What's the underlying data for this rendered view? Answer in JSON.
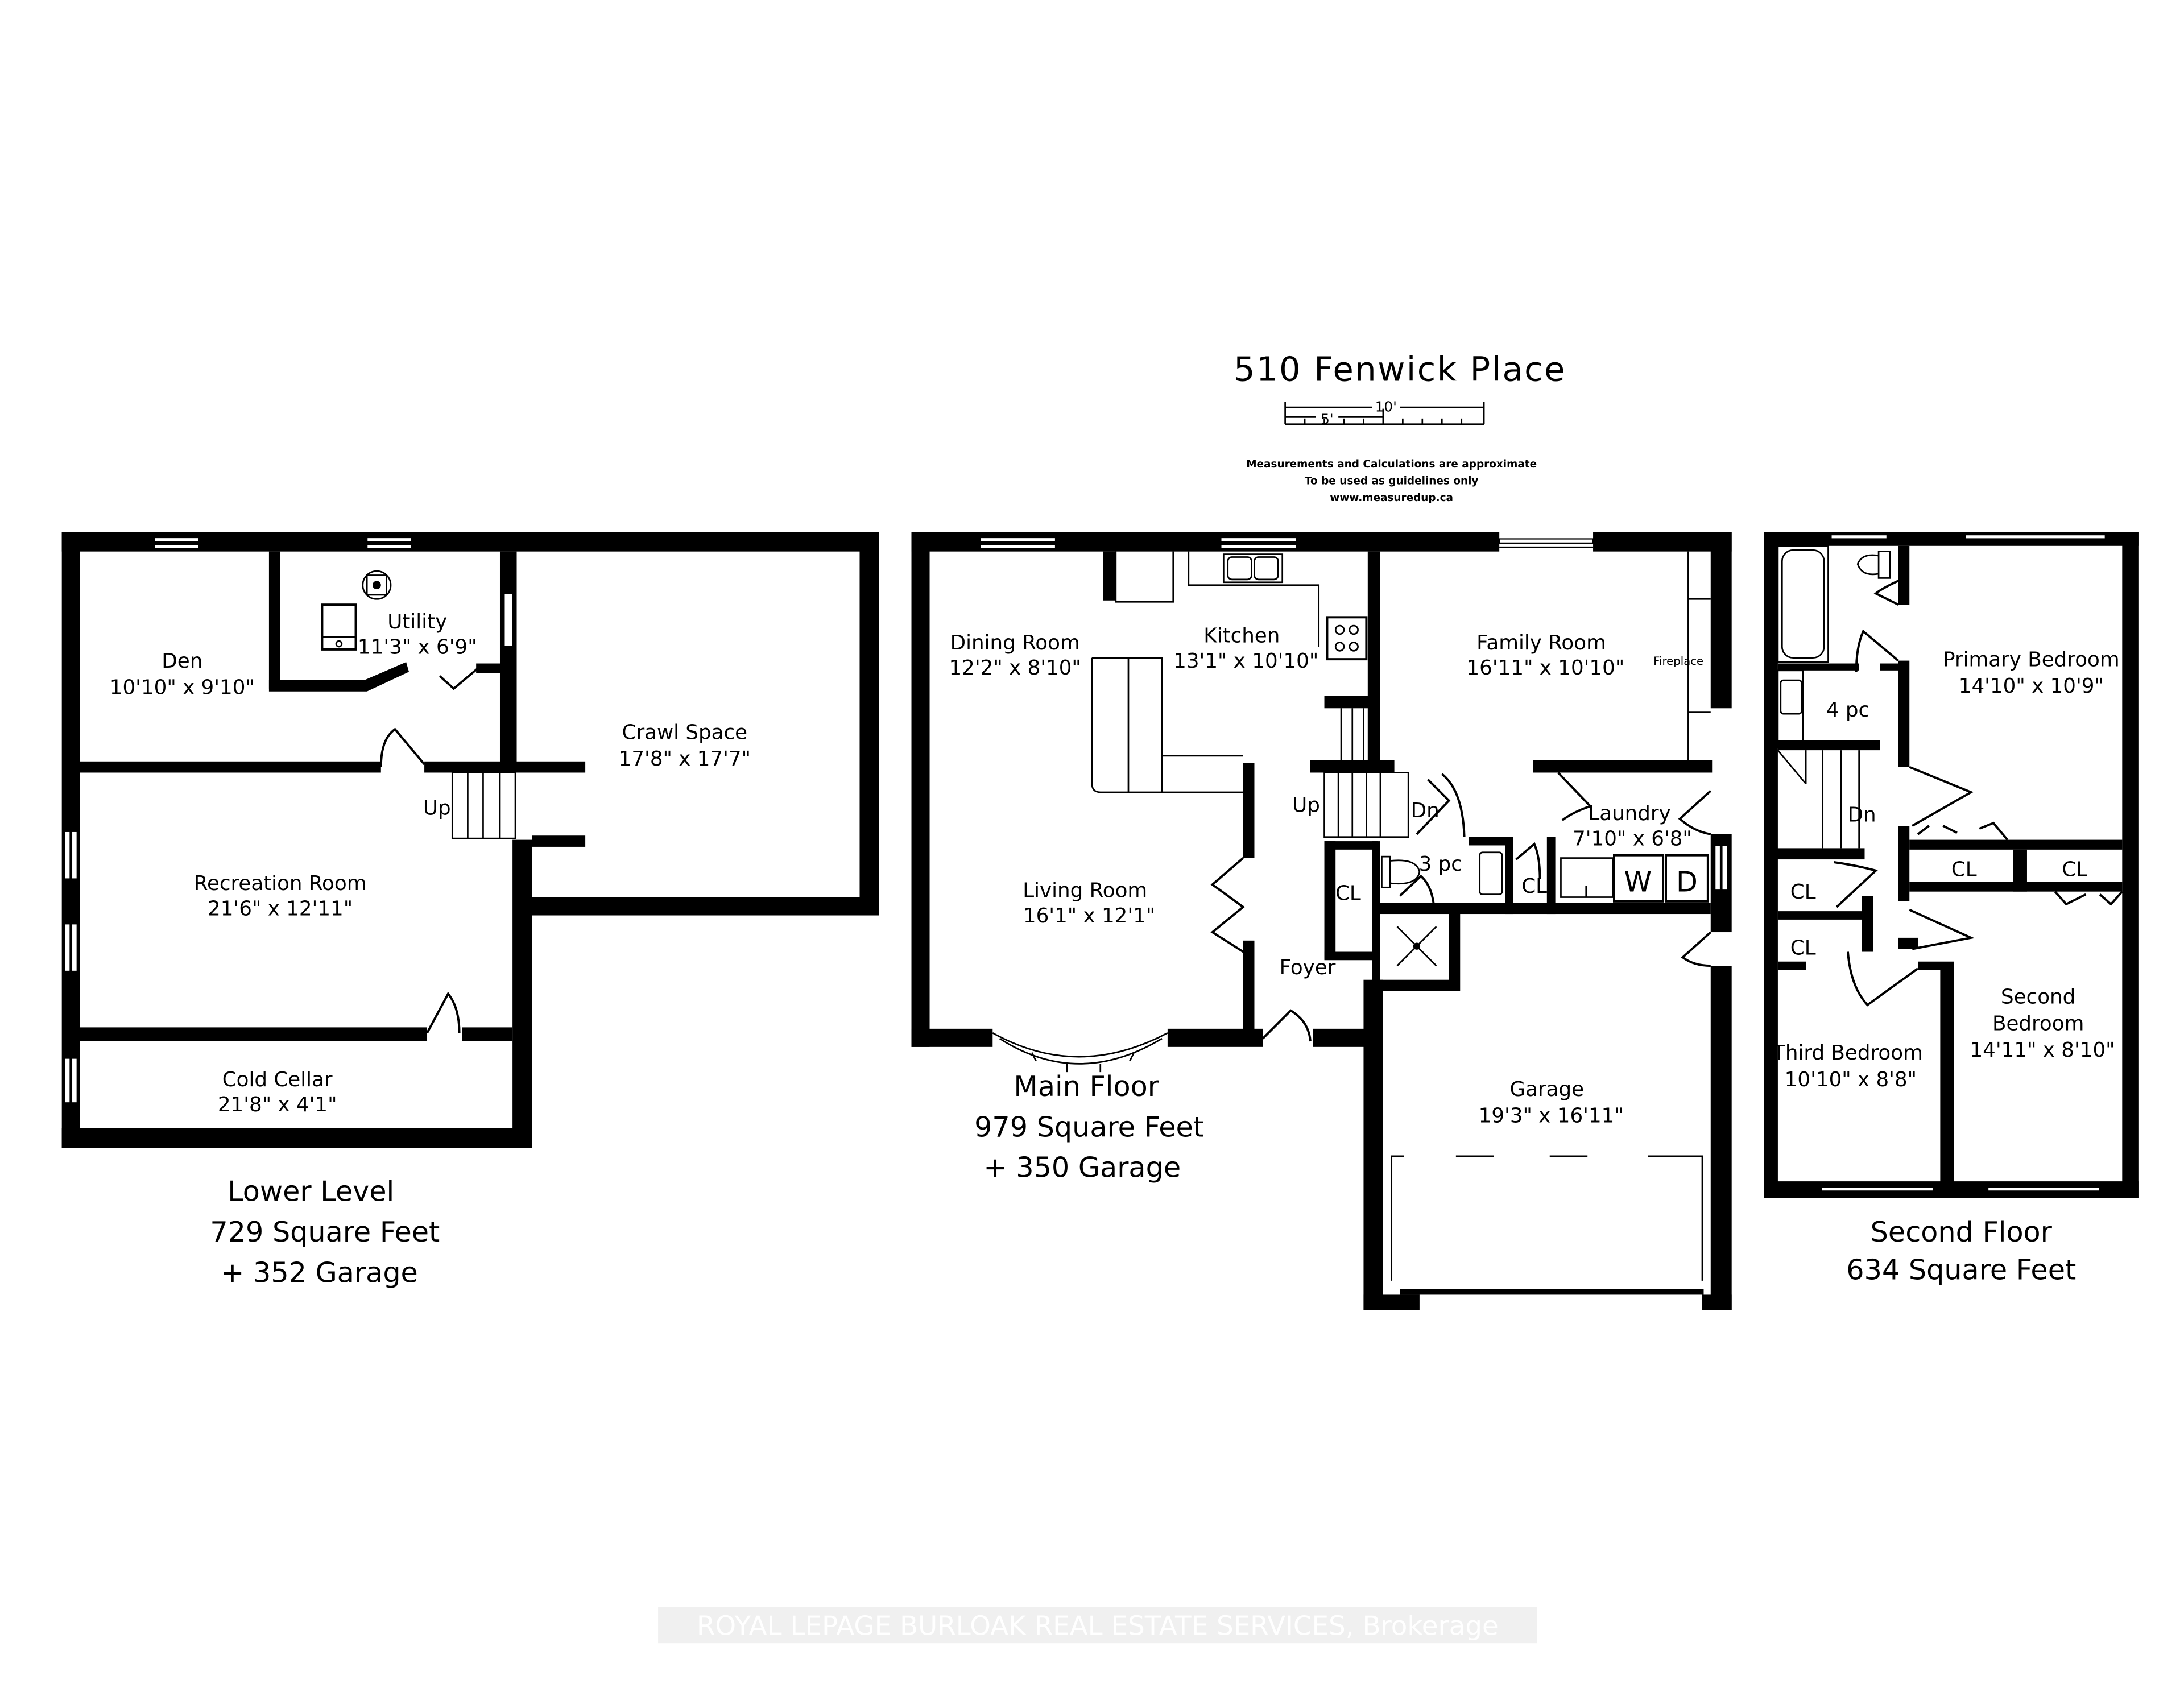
{
  "header": {
    "title": "510 Fenwick Place",
    "scale": {
      "major_label": "10'",
      "minor_label": "5'"
    },
    "disclaimer": [
      "Measurements and Calculations are approximate",
      "To be used as guidelines only",
      "www.measuredup.ca"
    ]
  },
  "lower_level": {
    "caption": [
      "Lower Level",
      "729 Square Feet",
      "+ 352 Garage"
    ],
    "rooms": {
      "den": {
        "name": "Den",
        "dims": "10'10\" x 9'10\""
      },
      "utility": {
        "name": "Utility",
        "dims": "11'3\" x 6'9\""
      },
      "crawl": {
        "name": "Crawl Space",
        "dims": "17'8\" x 17'7\""
      },
      "recreation": {
        "name": "Recreation Room",
        "dims": "21'6\" x 12'11\""
      },
      "cold_cellar": {
        "name": "Cold Cellar",
        "dims": "21'8\" x 4'1\""
      }
    },
    "stair_label": "Up"
  },
  "main_floor": {
    "caption": [
      "Main Floor",
      "979 Square Feet",
      "+ 350 Garage"
    ],
    "rooms": {
      "dining": {
        "name": "Dining Room",
        "dims": "12'2\" x 8'10\""
      },
      "kitchen": {
        "name": "Kitchen",
        "dims": "13'1\" x 10'10\""
      },
      "family": {
        "name": "Family Room",
        "dims": "16'11\" x 10'10\""
      },
      "living": {
        "name": "Living Room",
        "dims": "16'1\" x 12'1\""
      },
      "laundry": {
        "name": "Laundry",
        "dims": "7'10\" x 6'8\""
      },
      "garage": {
        "name": "Garage",
        "dims": "19'3\" x 16'11\""
      },
      "foyer": {
        "name": "Foyer"
      },
      "bath": {
        "name": "3 pc"
      }
    },
    "labels": {
      "fireplace": "Fireplace",
      "up": "Up",
      "dn": "Dn",
      "cl1": "CL",
      "cl2": "CL",
      "washer": "W",
      "dryer": "D"
    }
  },
  "second_floor": {
    "caption": [
      "Second Floor",
      "634 Square Feet"
    ],
    "rooms": {
      "primary": {
        "name": "Primary Bedroom",
        "dims": "14'10\" x 10'9\""
      },
      "second": {
        "name_1": "Second",
        "name_2": "Bedroom",
        "dims": "14'11\" x 8'10\""
      },
      "third": {
        "name": "Third Bedroom",
        "dims": "10'10\" x 8'8\""
      },
      "bath": {
        "name": "4 pc"
      }
    },
    "labels": {
      "dn": "Dn",
      "cl1": "CL",
      "cl2": "CL",
      "cl3": "CL",
      "cl4": "CL"
    }
  },
  "watermark": "ROYAL LEPAGE BURLOAK REAL ESTATE SERVICES, Brokerage"
}
